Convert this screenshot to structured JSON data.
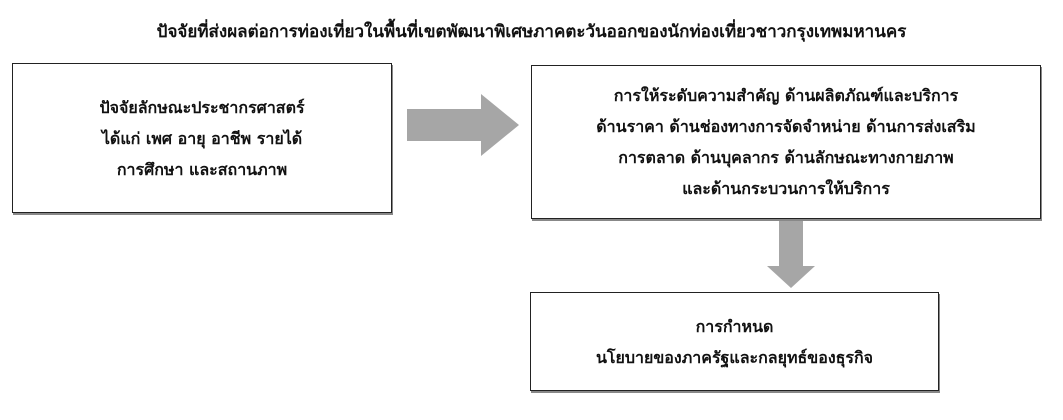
{
  "title": "ปัจจัยที่ส่งผลต่อการท่องเที่ยวในพื้นที่เขตพัฒนาพิเศษภาคตะวันออกของนักท่องเที่ยวชาวกรุงเทพมหานคร",
  "boxes": {
    "demographics": [
      "ปัจจัยลักษณะประชากรศาสตร์",
      "ได้แก่ เพศ อายุ อาชีพ รายได้",
      "การศึกษา และสถานภาพ"
    ],
    "marketing_mix": [
      "การให้ระดับความสำคัญ ด้านผลิตภัณฑ์และบริการ",
      "ด้านราคา ด้านช่องทางการจัดจำหน่าย ด้านการส่งเสริม",
      "การตลาด ด้านบุคลากร ด้านลักษณะทางกายภาพ",
      "และด้านกระบวนการให้บริการ"
    ],
    "policy": [
      "การกำหนด",
      "นโยบายของภาครัฐและกลยุทธ์ของธุรกิจ"
    ]
  },
  "colors": {
    "arrow": "#a6a6a6"
  }
}
